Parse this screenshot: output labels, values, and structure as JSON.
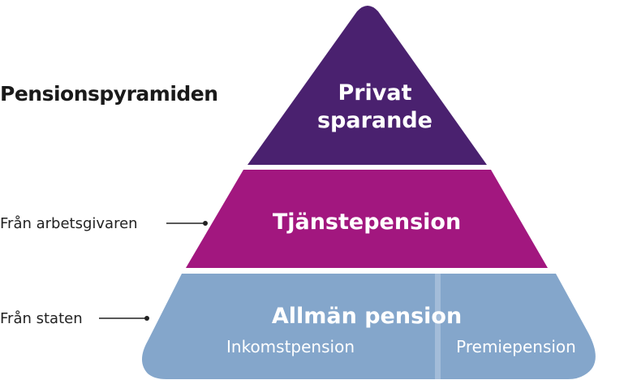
{
  "title": "Pensionspyramiden",
  "levels": {
    "top": {
      "line1": "Privat",
      "line2": "sparande",
      "color": "#4a216f"
    },
    "middle": {
      "label": "Tjänstepension",
      "color": "#a2177f"
    },
    "bottom": {
      "label": "Allmän pension",
      "color": "#84a6cb",
      "left_sub": "Inkomstpension",
      "right_sub": "Premiepension"
    }
  },
  "side_labels": {
    "employer": "Från arbetsgivaren",
    "state": "Från staten"
  }
}
